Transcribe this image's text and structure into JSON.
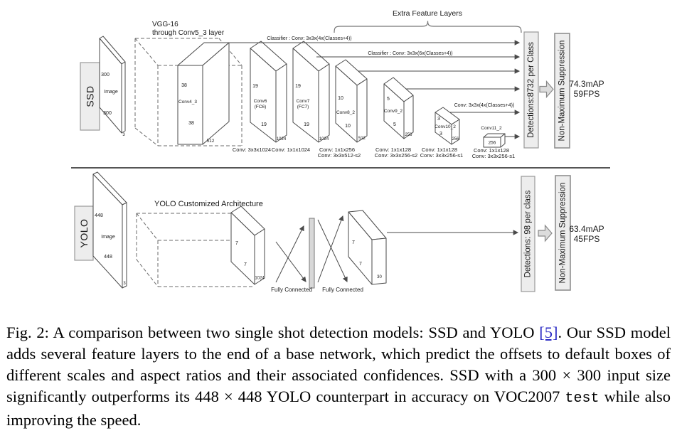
{
  "figure": {
    "ssd": {
      "row_label": "SSD",
      "input": {
        "h": "300",
        "label": "Image",
        "w": "300",
        "c": "3"
      },
      "vgg_title_1": "VGG-16",
      "vgg_title_2": "through Conv5_3 layer",
      "extra_feature_title": "Extra Feature Layers",
      "classifier_1": "Classifier : Conv: 3x3x(4x(Classes+4))",
      "classifier_2": "Classifier : Conv: 3x3x(6x(Classes+4))",
      "classifier_3": "Conv: 3x3x(4x(Classes+4))",
      "conv4_3": {
        "h": "38",
        "name": "Conv4_3",
        "w": "38",
        "c": "512"
      },
      "conv6": {
        "h": "19",
        "name": "Conv6",
        "alt": "(FC6)",
        "w": "19",
        "c": "1024"
      },
      "conv7": {
        "h": "19",
        "name": "Conv7",
        "alt": "(FC7)",
        "w": "19",
        "c": "1024"
      },
      "conv8_2": {
        "h": "10",
        "name": "Conv8_2",
        "w": "10",
        "c": "512"
      },
      "conv9_2": {
        "h": "5",
        "name": "Conv9_2",
        "w": "5",
        "c": "256"
      },
      "conv10_2": {
        "h": "3",
        "name": "Conv10_2",
        "w": "3",
        "c": "256"
      },
      "conv11_2": {
        "name": "Conv11_2",
        "c": "256"
      },
      "op_1": "Conv: 3x3x1024",
      "op_2": "Conv: 1x1x1024",
      "op_3a": "Conv: 1x1x256",
      "op_3b": "Conv: 3x3x512-s2",
      "op_4a": "Conv: 1x1x128",
      "op_4b": "Conv: 3x3x256-s2",
      "op_5a": "Conv: 1x1x128",
      "op_5b": "Conv: 3x3x256-s1",
      "op_6a": "Conv: 1x1x128",
      "op_6b": "Conv: 3x3x256-s1",
      "detections": "Detections:8732 per Class",
      "nms": "Non-Maximum Suppression",
      "result_map": "74.3mAP",
      "result_fps": "59FPS"
    },
    "yolo": {
      "row_label": "YOLO",
      "input": {
        "h": "448",
        "label": "Image",
        "w": "448",
        "c": "3"
      },
      "arch_title": "YOLO Customized Architecture",
      "conv_mid": {
        "h": "7",
        "w": "7",
        "c": "1024"
      },
      "fc_1": "Fully Connected",
      "fc_2": "Fully Connected",
      "conv_out": {
        "h": "7",
        "w": "7",
        "c": "30"
      },
      "detections": "Detections: 98 per class",
      "nms": "Non-Maximum Suppression",
      "result_map": "63.4mAP",
      "result_fps": "45FPS"
    }
  },
  "caption": {
    "seg1": "Fig. 2: A comparison between two single shot detection models: SSD and YOLO ",
    "ref": "[5]",
    "seg2": ". Our SSD model adds several feature layers to the end of a base network, which predict the offsets to default boxes of different scales and aspect ratios and their associated confidences. SSD with a 300 × 300 input size significantly outperforms its 448 × 448 YOLO counterpart in accuracy on VOC2007 ",
    "code": "test",
    "seg3": " while also improving the speed."
  }
}
